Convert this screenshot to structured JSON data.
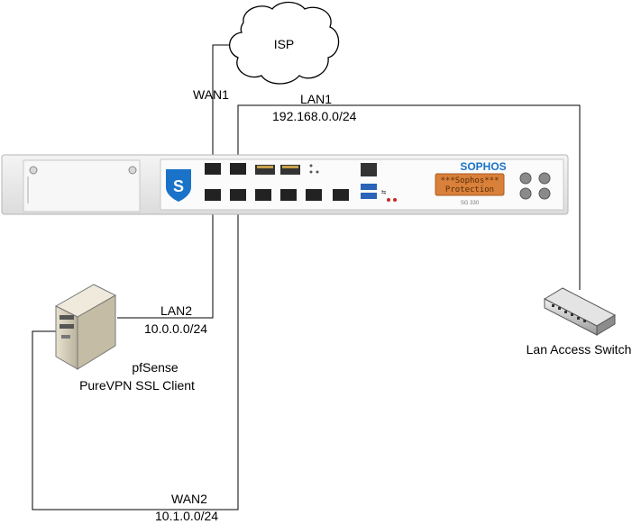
{
  "isp": {
    "label": "ISP"
  },
  "links": {
    "wan1": {
      "name": "WAN1"
    },
    "lan1": {
      "name": "LAN1",
      "subnet": "192.168.0.0/24"
    },
    "lan2": {
      "name": "LAN2",
      "subnet": "10.0.0.0/24"
    },
    "wan2": {
      "name": "WAN2",
      "subnet": "10.1.0.0/24"
    }
  },
  "firewall": {
    "brand": "SOPHOS",
    "display_line1": "***Sophos***",
    "display_line2": "Protection",
    "model": "SG 330"
  },
  "server": {
    "line1": "pfSense",
    "line2": "PureVPN SSL Client"
  },
  "switch": {
    "label": "Lan Access Switch"
  },
  "colors": {
    "line": "#000000",
    "brand_blue": "#1a73c8",
    "display_orange": "#d9803a"
  }
}
